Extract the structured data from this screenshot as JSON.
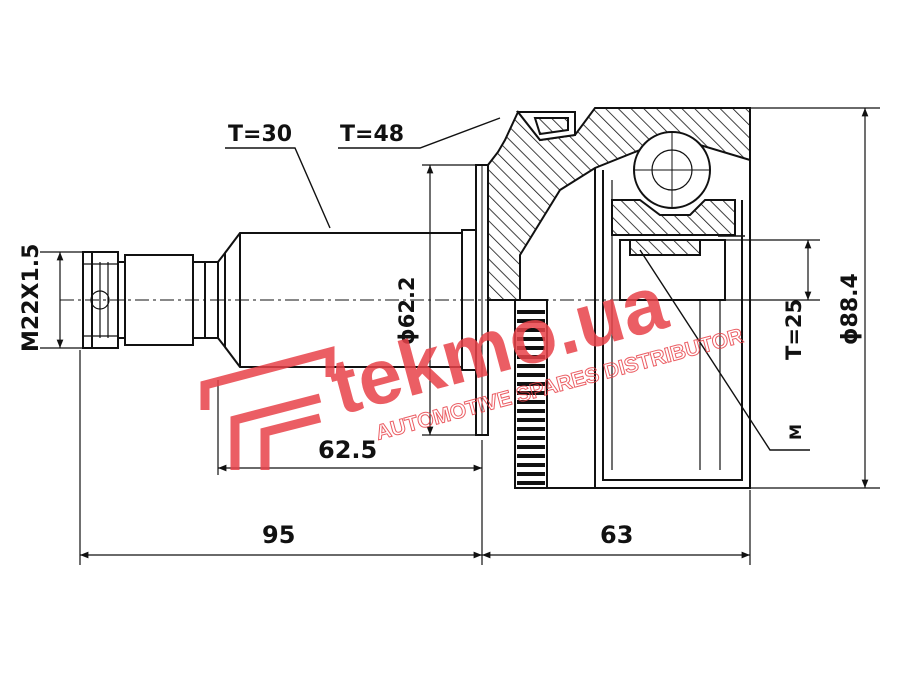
{
  "labels": {
    "thread_spec": "M22X1.5",
    "spline_shaft": "T=30",
    "spline_outer": "T=48",
    "shaft_diameter": "ϕ62.2",
    "outer_diameter": "ϕ88.4",
    "spline_inner": "T=25",
    "length_shaft": "62.5",
    "length_total_left": "95",
    "length_cup": "63",
    "inner_marker": "M"
  },
  "watermark": {
    "brand": "tekmo.ua",
    "tagline": "AUTOMOTIVE SPARES DISTRIBUTOR",
    "color": "#e8434a"
  },
  "colors": {
    "line": "#111111",
    "background": "#ffffff"
  }
}
